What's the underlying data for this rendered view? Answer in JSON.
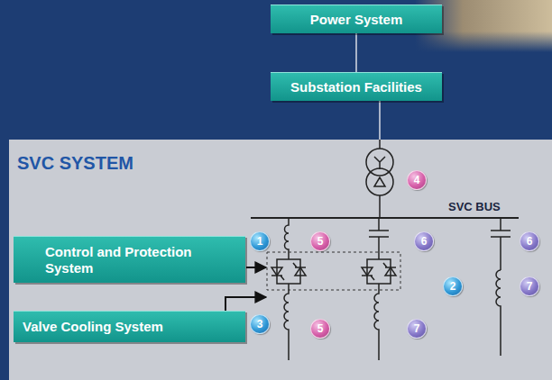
{
  "diagram": {
    "nodes": [
      {
        "text": [
          "Power System"
        ]
      },
      {
        "text": [
          "Substation Facilities"
        ]
      },
      {
        "text": [
          "SVC SYSTEM"
        ]
      },
      {
        "text": [
          "Control and Protection System"
        ],
        "in": 2
      },
      {
        "text": [
          "Valve Cooling System"
        ],
        "in": 2
      }
    ],
    "edges": [
      {
        "from": 0,
        "to": 1,
        "arrow": "none"
      }
    ],
    "labels": [
      "4",
      "SVC BUS",
      "5",
      "6",
      "6",
      "1",
      "2",
      "7",
      "3",
      "5",
      "7"
    ]
  }
}
